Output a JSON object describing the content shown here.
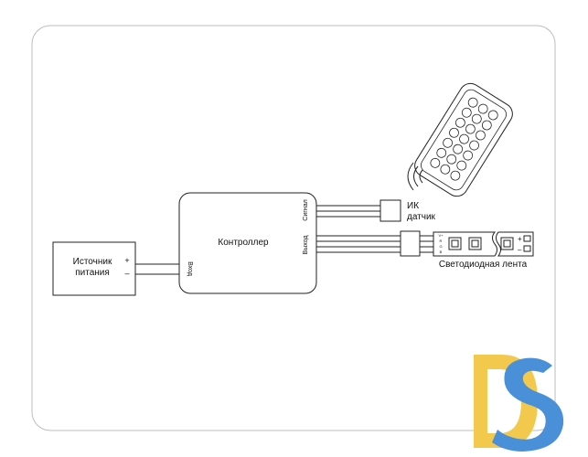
{
  "power_supply": {
    "line1": "Источник",
    "line2": "питания",
    "plus": "+",
    "minus": "–"
  },
  "controller": {
    "title": "Контроллер",
    "input_label": "Вход",
    "signal_label": "Сигнал",
    "output_label": "Выход"
  },
  "ir_sensor": {
    "line1": "ИК",
    "line2": "датчик"
  },
  "led_strip": {
    "label": "Светодиодная лента",
    "plus": "+",
    "minus": "–",
    "pin_labels": [
      "V+",
      "R",
      "G",
      "B"
    ]
  },
  "logo": {
    "text": "DS"
  },
  "colors": {
    "line": "#222222",
    "frame": "#bbbbbb",
    "logo_yellow": "#f2c94c",
    "logo_blue": "#4a90d9"
  }
}
